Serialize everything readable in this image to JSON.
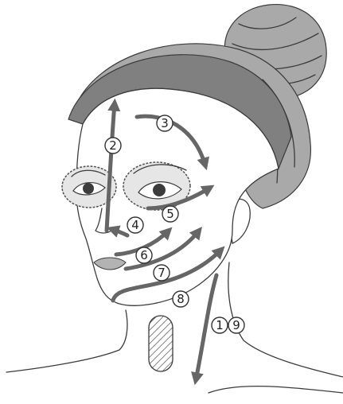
{
  "diagram": {
    "steps": [
      {
        "id": "s2",
        "label": "2"
      },
      {
        "id": "s3",
        "label": "3"
      },
      {
        "id": "s4",
        "label": "4"
      },
      {
        "id": "s5",
        "label": "5"
      },
      {
        "id": "s6",
        "label": "6"
      },
      {
        "id": "s7",
        "label": "7"
      },
      {
        "id": "s8",
        "label": "8"
      },
      {
        "id": "s1",
        "label": "1"
      },
      {
        "id": "s9",
        "label": "9"
      }
    ],
    "colors": {
      "hair": "#a9a9a9",
      "headband": "#808080",
      "arrow": "#666666",
      "outline": "#3c3c3c",
      "lips": "#b3b3b3"
    }
  }
}
